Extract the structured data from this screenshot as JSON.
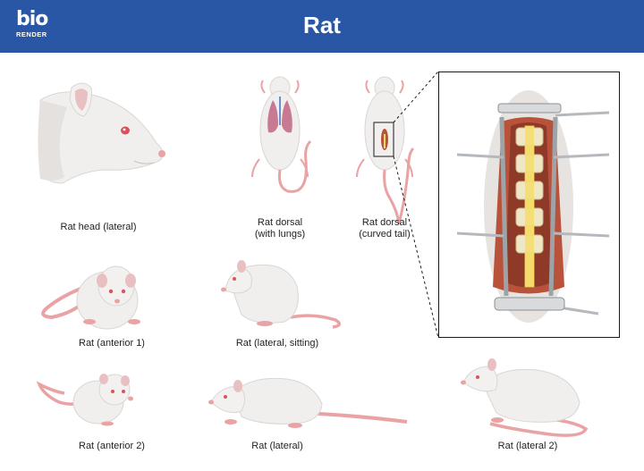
{
  "header": {
    "logo_text": "bio",
    "logo_subtext": "RENDER",
    "title": "Rat",
    "background_color": "#2a57a5"
  },
  "labels": {
    "rat_head_lateral": "Rat head (lateral)",
    "rat_dorsal_lungs_line1": "Rat dorsal",
    "rat_dorsal_lungs_line2": "(with lungs)",
    "rat_dorsal_curved_line1": "Rat dorsal",
    "rat_dorsal_curved_line2": "(curved tail)",
    "rat_anterior_1": "Rat (anterior 1)",
    "rat_lateral_sitting": "Rat (lateral, sitting)",
    "rat_anterior_2": "Rat (anterior 2)",
    "rat_lateral": "Rat (lateral)",
    "rat_lateral_2": "Rat (lateral 2)"
  },
  "colors": {
    "fur": "#f1efee",
    "fur_shadow": "#d9d6d4",
    "skin_pink": "#e9a3a5",
    "eye": "#d9535e",
    "lung": "#c97a93",
    "spine": "#f4dc6a",
    "tissue": "#b9523b",
    "retractor": "#9ea3a8"
  },
  "icons": {
    "inset_callout": "dashed-callout-lines"
  }
}
